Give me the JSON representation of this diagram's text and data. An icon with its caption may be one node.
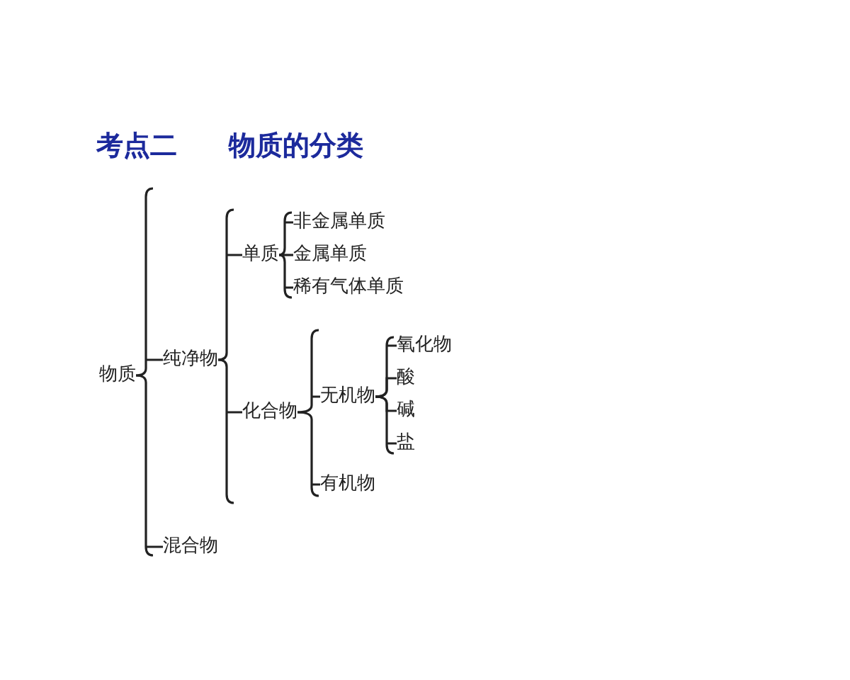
{
  "diagram": {
    "title": "考点二 物质的分类",
    "nodes": [
      {
        "text": [
          "物质"
        ]
      },
      {
        "text": [
          "纯净物"
        ]
      },
      {
        "text": [
          "混合物"
        ]
      },
      {
        "text": [
          "单质"
        ]
      },
      {
        "text": [
          "化合物"
        ]
      },
      {
        "text": [
          "非金属单质"
        ]
      },
      {
        "text": [
          "金属单质"
        ]
      },
      {
        "text": [
          "稀有气体单质"
        ]
      },
      {
        "text": [
          "无机物"
        ]
      },
      {
        "text": [
          "有机物"
        ]
      },
      {
        "text": [
          "氧化物"
        ]
      },
      {
        "text": [
          "酸"
        ]
      },
      {
        "text": [
          "碱"
        ]
      },
      {
        "text": [
          "盐"
        ]
      }
    ],
    "edges": [
      {
        "from": 0,
        "to": 1,
        "arrow": "none"
      },
      {
        "from": 0,
        "to": 2,
        "arrow": "none"
      },
      {
        "from": 1,
        "to": 3,
        "arrow": "none"
      },
      {
        "from": 1,
        "to": 4,
        "arrow": "none"
      },
      {
        "from": 3,
        "to": 5,
        "arrow": "none"
      },
      {
        "from": 3,
        "to": 6,
        "arrow": "none"
      },
      {
        "from": 3,
        "to": 7,
        "arrow": "none"
      },
      {
        "from": 4,
        "to": 8,
        "arrow": "none"
      },
      {
        "from": 4,
        "to": 9,
        "arrow": "none"
      },
      {
        "from": 8,
        "to": 10,
        "arrow": "none"
      },
      {
        "from": 8,
        "to": 11,
        "arrow": "none"
      },
      {
        "from": 8,
        "to": 12,
        "arrow": "none"
      },
      {
        "from": 8,
        "to": 13,
        "arrow": "none"
      }
    ]
  }
}
